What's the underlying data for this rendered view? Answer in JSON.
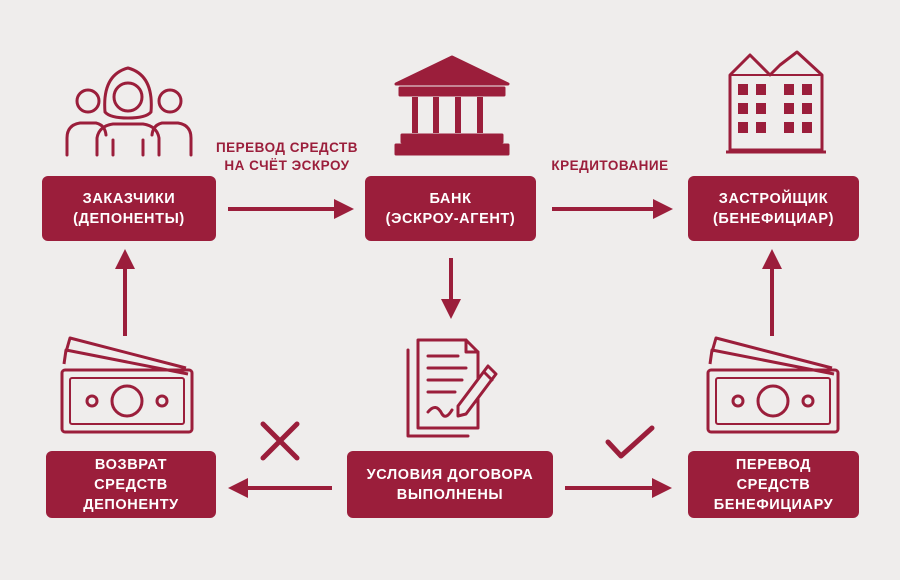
{
  "colors": {
    "accent": "#9b1e3b",
    "background": "#efedec",
    "box_text": "#ffffff"
  },
  "nodes": {
    "customers": {
      "line1": "ЗАКАЗЧИКИ",
      "line2": "(ДЕПОНЕНТЫ)",
      "icon": "people-group-icon"
    },
    "bank": {
      "line1": "БАНК",
      "line2": "(ЭСКРОУ-АГЕНТ)",
      "icon": "bank-building-icon"
    },
    "developer": {
      "line1": "ЗАСТРОЙЩИК",
      "line2": "(БЕНЕФИЦИАР)",
      "icon": "apartment-building-icon"
    },
    "refund": {
      "line1": "ВОЗВРАТ",
      "line2": "СРЕДСТВ",
      "line3": "ДЕПОНЕНТУ",
      "icon": "cash-bills-icon"
    },
    "conditions": {
      "line1": "УСЛОВИЯ ДОГОВОРА",
      "line2": "ВЫПОЛНЕНЫ",
      "icon": "contract-document-icon"
    },
    "transfer": {
      "line1": "ПЕРЕВОД",
      "line2": "СРЕДСТВ",
      "line3": "БЕНЕФИЦИАРУ",
      "icon": "cash-bills-icon"
    }
  },
  "edges": {
    "customers_to_bank": {
      "line1": "ПЕРЕВОД СРЕДСТВ",
      "line2": "НА СЧЁТ ЭСКРОУ"
    },
    "bank_to_developer": {
      "line1": "КРЕДИТОВАНИЕ"
    }
  },
  "marks": {
    "failure": "cross-icon",
    "success": "checkmark-icon"
  }
}
